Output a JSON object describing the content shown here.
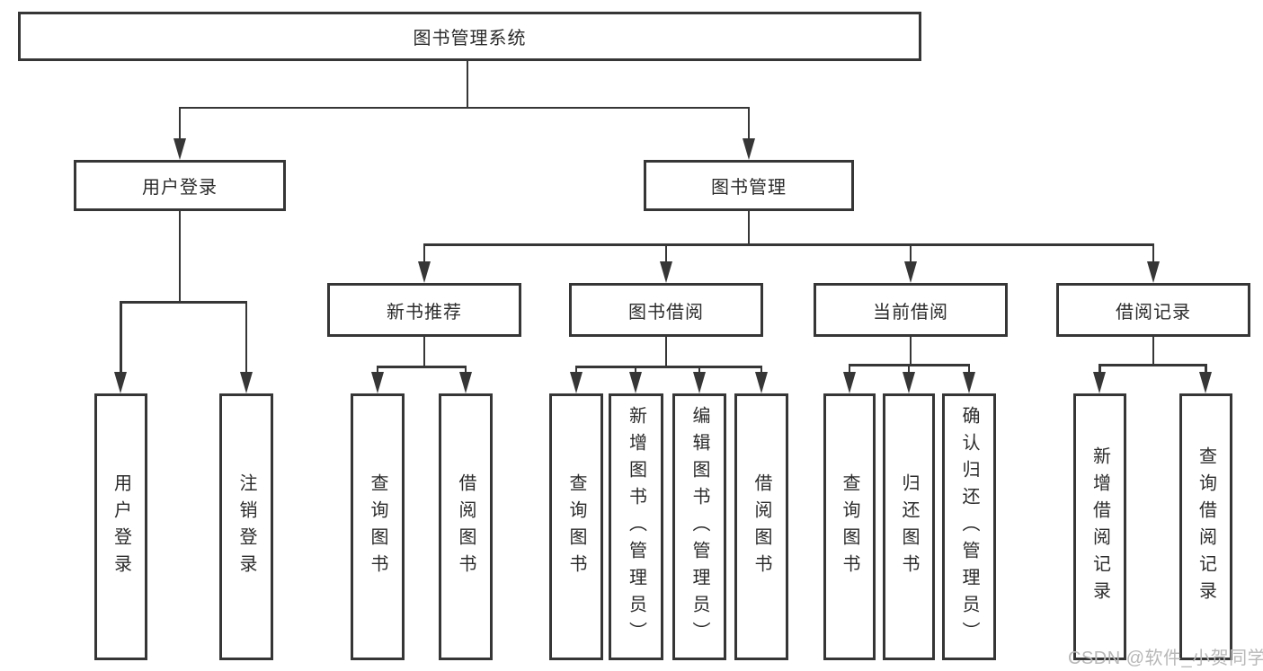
{
  "diagram": {
    "type": "hierarchy-tree",
    "tree": {
      "label": "图书管理系统",
      "children": [
        {
          "label": "用户登录",
          "children": [
            {
              "label": "用户登录"
            },
            {
              "label": "注销登录"
            }
          ]
        },
        {
          "label": "图书管理",
          "children": [
            {
              "label": "新书推荐",
              "children": [
                {
                  "label": "查询图书"
                },
                {
                  "label": "借阅图书"
                }
              ]
            },
            {
              "label": "图书借阅",
              "children": [
                {
                  "label": "查询图书"
                },
                {
                  "label": "新增图书（管理员）"
                },
                {
                  "label": "编辑图书（管理员）"
                },
                {
                  "label": "借阅图书"
                }
              ]
            },
            {
              "label": "当前借阅",
              "children": [
                {
                  "label": "查询图书"
                },
                {
                  "label": "归还图书"
                },
                {
                  "label": "确认归还（管理员）"
                }
              ]
            },
            {
              "label": "借阅记录",
              "children": [
                {
                  "label": "新增借阅记录"
                },
                {
                  "label": "查询借阅记录"
                }
              ]
            }
          ]
        }
      ]
    },
    "watermark": "CSDN @软件_小贺同学",
    "colors": {
      "line": "#363636",
      "box_border": "#363636",
      "text": "#2b2b2b",
      "watermark_text": "#b8b8b8",
      "background": "#ffffff"
    }
  }
}
